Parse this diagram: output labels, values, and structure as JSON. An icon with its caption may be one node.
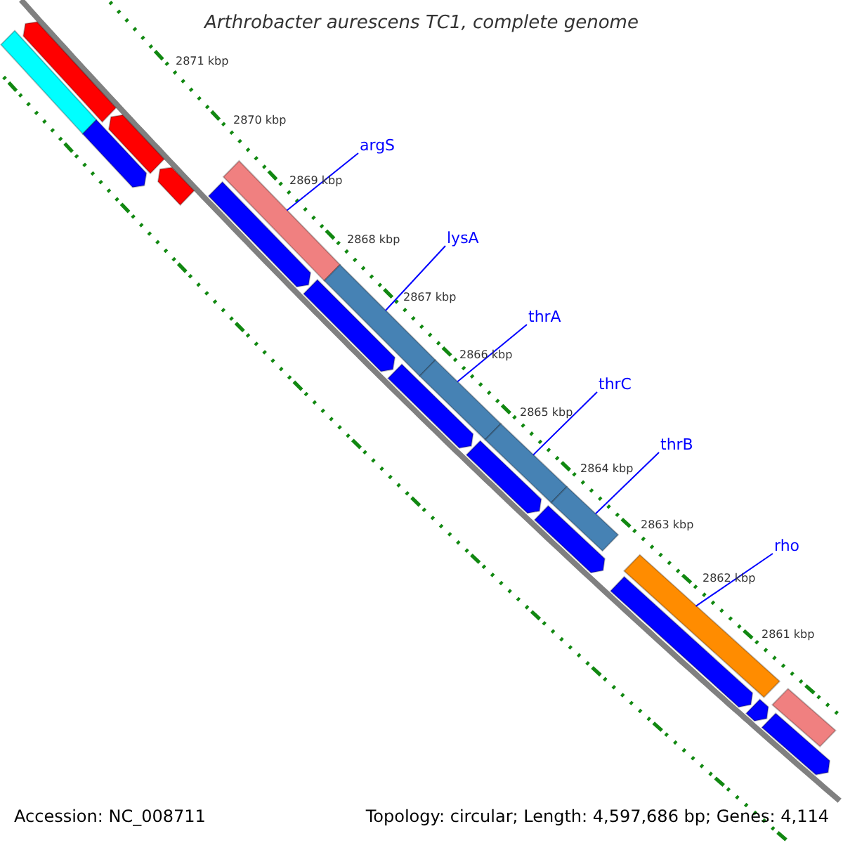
{
  "diagram": {
    "title": "Arthrobacter aurescens TC1, complete genome",
    "nodes": [
      {
        "text": [
          "argS"
        ]
      },
      {
        "text": [
          "lysA"
        ]
      },
      {
        "text": [
          "thrA"
        ]
      },
      {
        "text": [
          "thrC"
        ]
      },
      {
        "text": [
          "thrB"
        ]
      },
      {
        "text": [
          "rho"
        ]
      },
      {
        "text": [],
        "shape": "bar"
      },
      {
        "text": [],
        "shape": "bar"
      },
      {
        "text": [],
        "shape": "bar"
      },
      {
        "text": [],
        "shape": "bar"
      },
      {
        "text": [],
        "shape": "bar"
      },
      {
        "text": [],
        "shape": "bar"
      }
    ],
    "edges": [
      {
        "from": 0,
        "to": 6,
        "arrow": "none"
      },
      {
        "from": 1,
        "to": 7,
        "arrow": "none"
      },
      {
        "from": 2,
        "to": 8,
        "arrow": "none"
      },
      {
        "from": 3,
        "to": 9,
        "arrow": "none"
      },
      {
        "from": 4,
        "to": 10,
        "arrow": "none"
      },
      {
        "from": 5,
        "to": 11,
        "arrow": "none"
      }
    ],
    "labels": [
      "2871 kbp",
      "2870 kbp",
      "2869 kbp",
      "2868 kbp",
      "2867 kbp",
      "2866 kbp",
      "2865 kbp",
      "2864 kbp",
      "2863 kbp",
      "2862 kbp",
      "2861 kbp",
      "Accession: NC_008711",
      "Topology: circular; Length: 4,597,686 bp; Genes: 4,114"
    ]
  }
}
